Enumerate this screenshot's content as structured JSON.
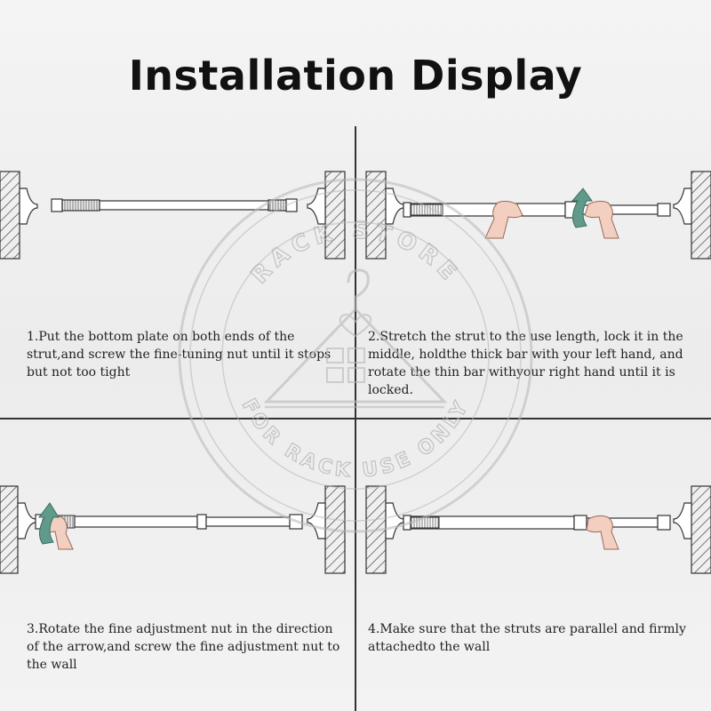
{
  "title": "Installation Display",
  "steps": [
    {
      "caption": "1.Put the bottom plate on both ends of the strut,and screw the fine-tuning nut until it stops but not too tight"
    },
    {
      "caption": "2.Stretch the strut to the use length, lock it in the middle, holdthe thick bar with your left hand, and rotate the thin bar withyour right hand until it is locked."
    },
    {
      "caption": "3.Rotate the fine adjustment nut in the direction of the arrow,and screw the fine adjustment nut to the wall"
    },
    {
      "caption": "4.Make sure that the struts are parallel and firmly attachedto the wall"
    }
  ],
  "watermark": {
    "top_text": "RACK STORE",
    "bottom_text": "FOR RACK USE ONLY"
  },
  "colors": {
    "arrow": "#5f9a8a",
    "skin": "#f2cfc0",
    "line": "#333333"
  }
}
